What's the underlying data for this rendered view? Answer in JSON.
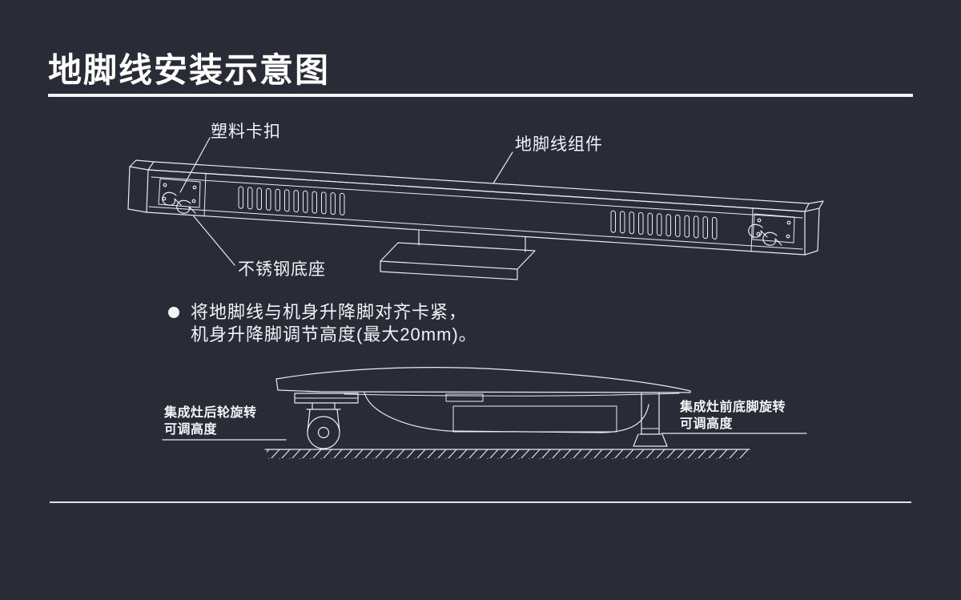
{
  "colors": {
    "background": "#292c36",
    "line_art": "#e9ecf2",
    "text": "#f2f4f7"
  },
  "header": {
    "title": "地脚线安装示意图"
  },
  "baseboard_diagram": {
    "label_plastic_clip": "塑料卡扣",
    "label_assembly": "地脚线组件",
    "label_stainless_base": "不锈钢底座"
  },
  "note": {
    "line1": "将地脚线与机身升降脚对齐卡紧，",
    "line2": "机身升降脚调节高度(最大20mm)。"
  },
  "side_view": {
    "label_rear_line1": "集成灶后轮旋转",
    "label_rear_line2": "可调高度",
    "label_front_line1": "集成灶前底脚旋转",
    "label_front_line2": "可调高度"
  }
}
